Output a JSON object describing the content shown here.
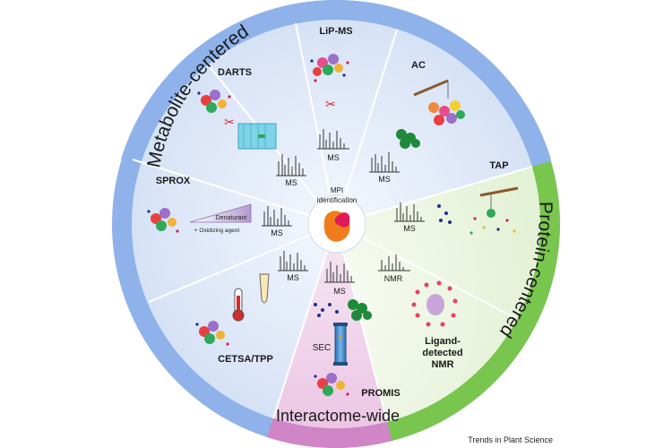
{
  "center": {
    "line1": "MPI",
    "line2": "identification"
  },
  "rings": {
    "metabolite": "Metabolite-centered",
    "protein": "Protein-centered",
    "interactome": "Interactome-wide"
  },
  "methods": {
    "lipms": "LiP-MS",
    "ac": "AC",
    "darts": "DARTS",
    "tap": "TAP",
    "sprox": "SPROX",
    "cetsa": "CETSA/TPP",
    "promis": "PROMIS",
    "ligand1": "Ligand-",
    "ligand2": "detected",
    "ligand3": "NMR"
  },
  "labels": {
    "ms": "MS",
    "nmr": "NMR",
    "sec": "SEC",
    "denaturant": "Denaturant",
    "oxidizing": "+ Oxidizing agent"
  },
  "credit": "Trends in Plant Science",
  "colors": {
    "metabolite_ring": "#8fb2ea",
    "protein_ring": "#79c64f",
    "interactome_ring": "#cf85c6",
    "inner_blue": "#dfe8f8",
    "inner_green": "#eaf4e0",
    "inner_pink": "#f3d9ee"
  }
}
